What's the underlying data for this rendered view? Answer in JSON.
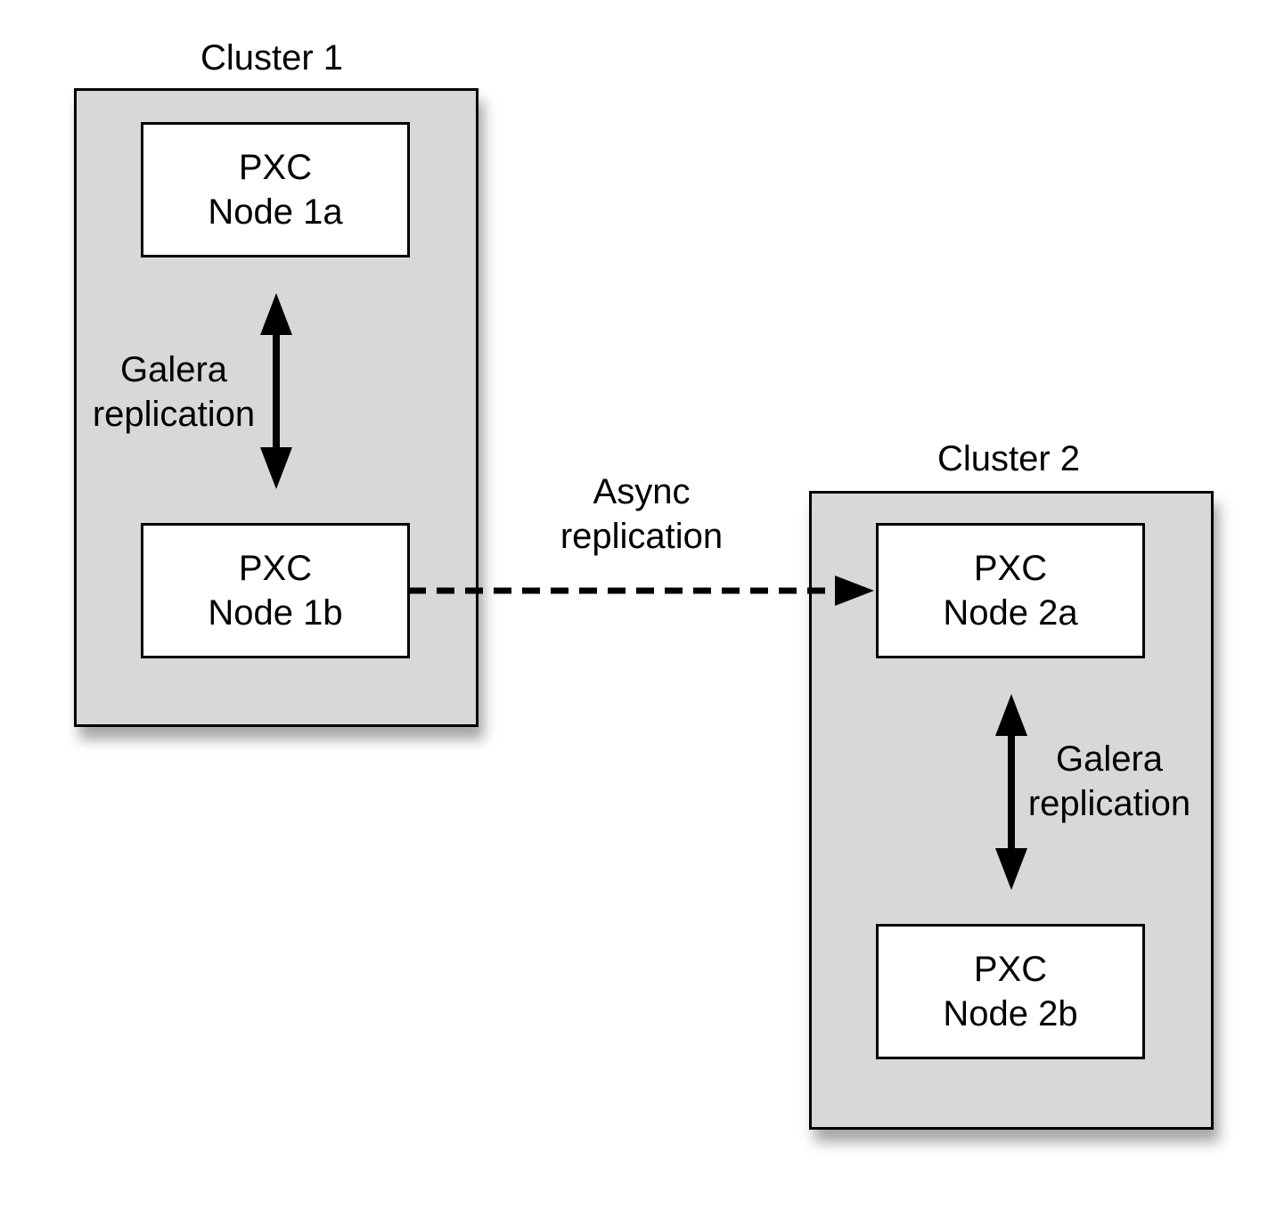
{
  "cluster1": {
    "title": "Cluster 1",
    "node_a": {
      "line1": "PXC",
      "line2": "Node 1a"
    },
    "node_b": {
      "line1": "PXC",
      "line2": "Node 1b"
    },
    "link_label": {
      "line1": "Galera",
      "line2": "replication"
    }
  },
  "cluster2": {
    "title": "Cluster 2",
    "node_a": {
      "line1": "PXC",
      "line2": "Node 2a"
    },
    "node_b": {
      "line1": "PXC",
      "line2": "Node 2b"
    },
    "link_label": {
      "line1": "Galera",
      "line2": "replication"
    }
  },
  "async_link": {
    "line1": "Async",
    "line2": "replication"
  },
  "colors": {
    "cluster_fill": "#d8d8d8",
    "node_fill": "#ffffff",
    "stroke": "#000000"
  }
}
